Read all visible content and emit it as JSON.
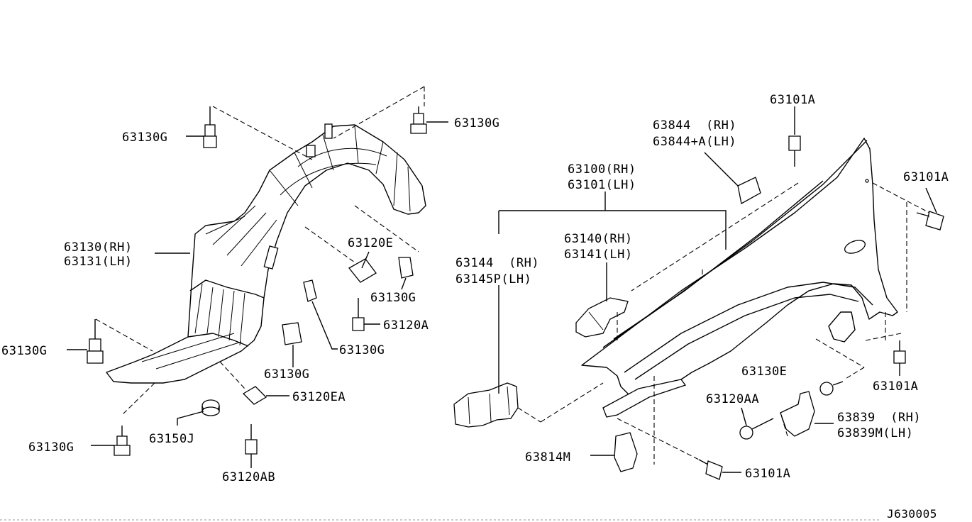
{
  "diagram": {
    "code": "J630005",
    "labels": {
      "l_63130g_tl": "63130G",
      "l_63130g_tr": "63130G",
      "l_63130_rh": "63130(RH)",
      "l_63131_lh": "63131(LH)",
      "l_63120e": "63120E",
      "l_63130g_mid": "63130G",
      "l_63120a": "63120A",
      "l_63130g_mid2": "63130G",
      "l_63130g_low": "63130G",
      "l_63130g_left": "63130G",
      "l_63120ea": "63120EA",
      "l_63150j": "63150J",
      "l_63130g_bl": "63130G",
      "l_63120ab": "63120AB",
      "l_63101a_top": "63101A",
      "l_63844_rh": "63844  (RH)",
      "l_63844a_lh": "63844+A(LH)",
      "l_63101a_r": "63101A",
      "l_63100_rh": "63100(RH)",
      "l_63101_lh": "63101(LH)",
      "l_63140_rh": "63140(RH)",
      "l_63141_lh": "63141(LH)",
      "l_63144_rh": "63144  (RH)",
      "l_63145p_lh": "63145P(LH)",
      "l_63130e": "63130E",
      "l_63101a_r2": "63101A",
      "l_63120aa": "63120AA",
      "l_63839_rh": "63839  (RH)",
      "l_63839m_lh": "63839M(LH)",
      "l_63814m": "63814M",
      "l_63101a_b": "63101A"
    }
  }
}
